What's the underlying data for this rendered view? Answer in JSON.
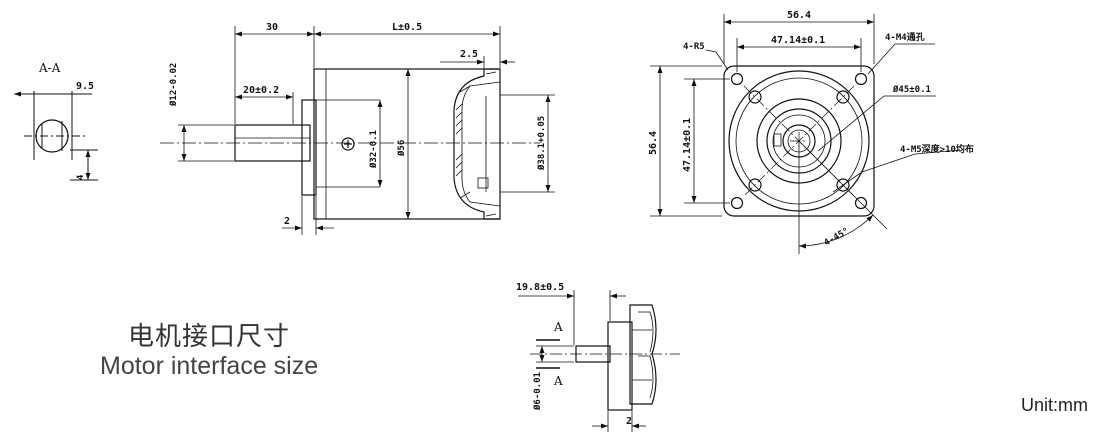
{
  "caption": {
    "title_cn": "电机接口尺寸",
    "title_en": "Motor interface size",
    "unit": "Unit:mm"
  },
  "section_view": {
    "label": "A-A",
    "width": "9.5",
    "key": "4"
  },
  "side_view": {
    "length": "30",
    "body_length": "L±0.5",
    "flange_step": "2.5",
    "shaft_length": "20±0.2",
    "shaft_dia": "Ø12-0.02",
    "pilot_dia": "Ø32-0.1",
    "body_dia": "Ø56",
    "bore_dia": "Ø38.1+0.05",
    "flange_thk": "2"
  },
  "front_view": {
    "width": "56.4",
    "hole_pitch": "47.14±0.1",
    "corner_radius": "4-R5",
    "through_holes": "4-M4通孔",
    "bolt_circle": "Ø45±0.1",
    "height": "56.4",
    "hole_pitch_v": "47.14±0.1",
    "tapped_holes": "4-M5深度>10均布",
    "angle": "4-45°"
  },
  "detail_view": {
    "depth": "19.8±0.5",
    "section_a_top": "A",
    "section_a_bottom": "A",
    "shaft_dia": "Ø6-0.01",
    "flange_thk": "2"
  }
}
